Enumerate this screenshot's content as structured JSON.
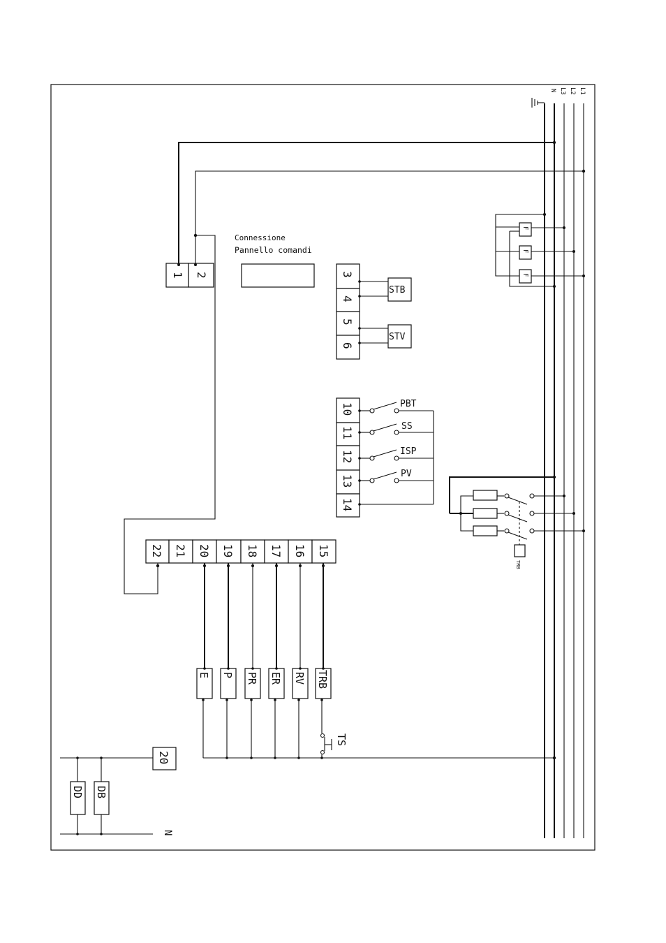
{
  "panel": {
    "title_line1": "Connessione",
    "title_line2": "Pannello comandi"
  },
  "bus_labels": [
    "N",
    "L3",
    "L2",
    "L1"
  ],
  "terminals_top": [
    "1",
    "2"
  ],
  "terminals_sensor": [
    "3",
    "4",
    "5",
    "6"
  ],
  "sensors": [
    "STB",
    "STV"
  ],
  "terminals_switch": [
    "10",
    "11",
    "12",
    "13",
    "14"
  ],
  "switches": [
    "PBT",
    "SS",
    "ISP",
    "PV"
  ],
  "terminals_main": [
    "22",
    "21",
    "20",
    "19",
    "18",
    "17",
    "16",
    "15"
  ],
  "loads": [
    "E",
    "P",
    "PR",
    "ER",
    "RV",
    "TRB"
  ],
  "ts_label": "TS",
  "fuse_label": "F",
  "relay_label": "TRB",
  "terminal_bottom": "20",
  "dd_labels": [
    "DD",
    "DB"
  ],
  "n_label": "N",
  "icons": [
    "ground-icon"
  ]
}
